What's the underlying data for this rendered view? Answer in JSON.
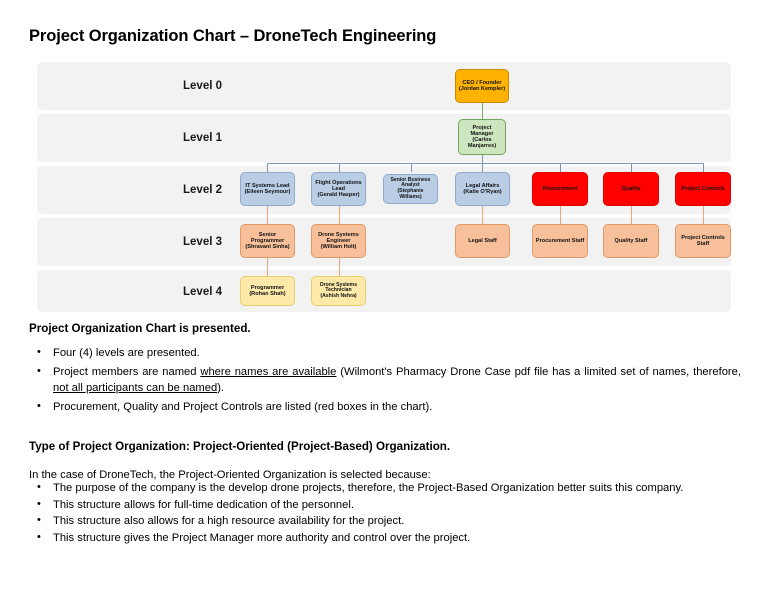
{
  "document": {
    "title": "Project Organization Chart – DroneTech Engineering"
  },
  "chart_data": {
    "type": "diagram",
    "title": "Project Organization Chart – DroneTech Engineering",
    "row_labels": [
      "Level 0",
      "Level 1",
      "Level 2",
      "Level 3",
      "Level 4"
    ],
    "colors": {
      "level0": "#FFB300",
      "level1": "#CDE6C0",
      "level2_blue": "#B9CDE5",
      "level2_red": "#FF0000",
      "level3": "#F7C09A",
      "level4": "#FDE9A9",
      "row_band": "#f2f2f2"
    },
    "levels": [
      {
        "label": "Level 0",
        "nodes": [
          {
            "title": "CEO / Founder",
            "person": "(Jordan Kempler)"
          }
        ]
      },
      {
        "label": "Level 1",
        "nodes": [
          {
            "title": "Project Manager",
            "person": "(Carlos Manjarres)"
          }
        ]
      },
      {
        "label": "Level 2",
        "nodes": [
          {
            "title": "IT Systems Lead",
            "person": "(Eileen Seymour)"
          },
          {
            "title": "Flight Operations Lead",
            "person": "(Gerald Hasper)"
          },
          {
            "title": "Senior Business Analyst",
            "person": "(Stephanie Williams)"
          },
          {
            "title": "Legal Affairs",
            "person": "(Katie O'Ryan)"
          },
          {
            "title": "Procurement",
            "person": ""
          },
          {
            "title": "Quality",
            "person": ""
          },
          {
            "title": "Project Controls",
            "person": ""
          }
        ]
      },
      {
        "label": "Level 3",
        "nodes": [
          {
            "title": "Senior Programmer",
            "person": "(Shravani Sinha)"
          },
          {
            "title": "Drone Systems Engineer",
            "person": "(William Holt)"
          },
          {
            "title": "Legal Staff",
            "person": ""
          },
          {
            "title": "Procurement Staff",
            "person": ""
          },
          {
            "title": "Quality Staff",
            "person": ""
          },
          {
            "title": "Project Controls Staff",
            "person": ""
          }
        ]
      },
      {
        "label": "Level 4",
        "nodes": [
          {
            "title": "Programmer",
            "person": "(Rohan Shah)"
          },
          {
            "title": "Drone Systems Technician",
            "person": "(Ashish Nehra)"
          }
        ]
      }
    ]
  },
  "body": {
    "section1_heading": "Project Organization Chart is presented.",
    "bullets1": {
      "b1": "Four (4) levels are presented.",
      "b2_part1": "Project members are named ",
      "b2_underline1": "where names are available",
      "b2_part2": " (Wilmont's Pharmacy Drone Case pdf file has a limited set of names, therefore, ",
      "b2_underline2": "not all participants can be named",
      "b2_part3": ").",
      "b3": "Procurement, Quality and Project Controls are listed (red boxes in the chart)."
    },
    "section2_heading": "Type of Project Organization: Project-Oriented (Project-Based) Organization.",
    "section2_intro": "In the case of DroneTech, the Project-Oriented Organization is selected because:",
    "bullets2": {
      "b1": "The purpose of the company is the develop drone projects, therefore, the Project-Based Organization better suits this company.",
      "b2": "This structure allows for full-time dedication of the personnel.",
      "b3": "This structure also allows for a high resource availability for the project.",
      "b4": "This structure gives the Project Manager more authority and control over the project."
    }
  }
}
